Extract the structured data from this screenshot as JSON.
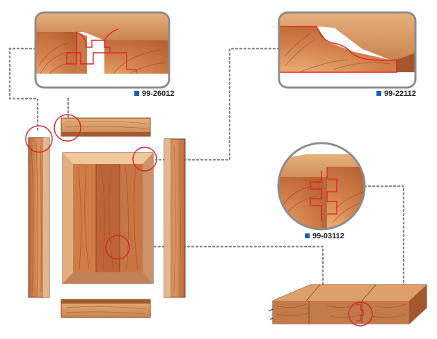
{
  "colors": {
    "wood_light": "#e0a572",
    "wood_mid": "#c97b4b",
    "wood_dark": "#a85a33",
    "wood_grain": "#8e4423",
    "profile_line": "#e3202a",
    "callout_circle": "#d8262c",
    "connector_dots": "#8a8a8a",
    "frame_border": "#8c8c8c",
    "frame_fill": "#ffffff",
    "code_marker": "#1d5fa8"
  },
  "details": [
    {
      "id": "rail-and-stile",
      "code": "99-26012"
    },
    {
      "id": "panel-raise",
      "code": "99-22112"
    },
    {
      "id": "tongue-and-groove",
      "code": "99-03112"
    }
  ]
}
